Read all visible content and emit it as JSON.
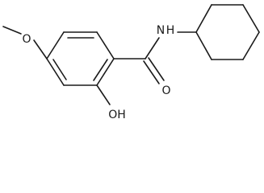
{
  "molecule": {
    "atoms": {
      "nh": "N",
      "nh_h": "H",
      "carbonyl_o": "O",
      "hydroxyl": "OH",
      "methoxy_o": "O"
    }
  }
}
